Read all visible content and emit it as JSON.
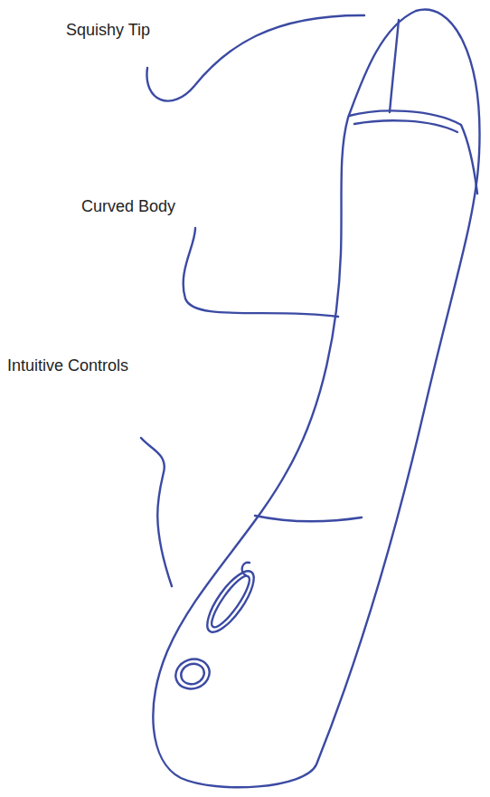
{
  "diagram": {
    "labels": [
      "Squishy Tip",
      "Curved Body",
      "Intuitive Controls"
    ]
  }
}
